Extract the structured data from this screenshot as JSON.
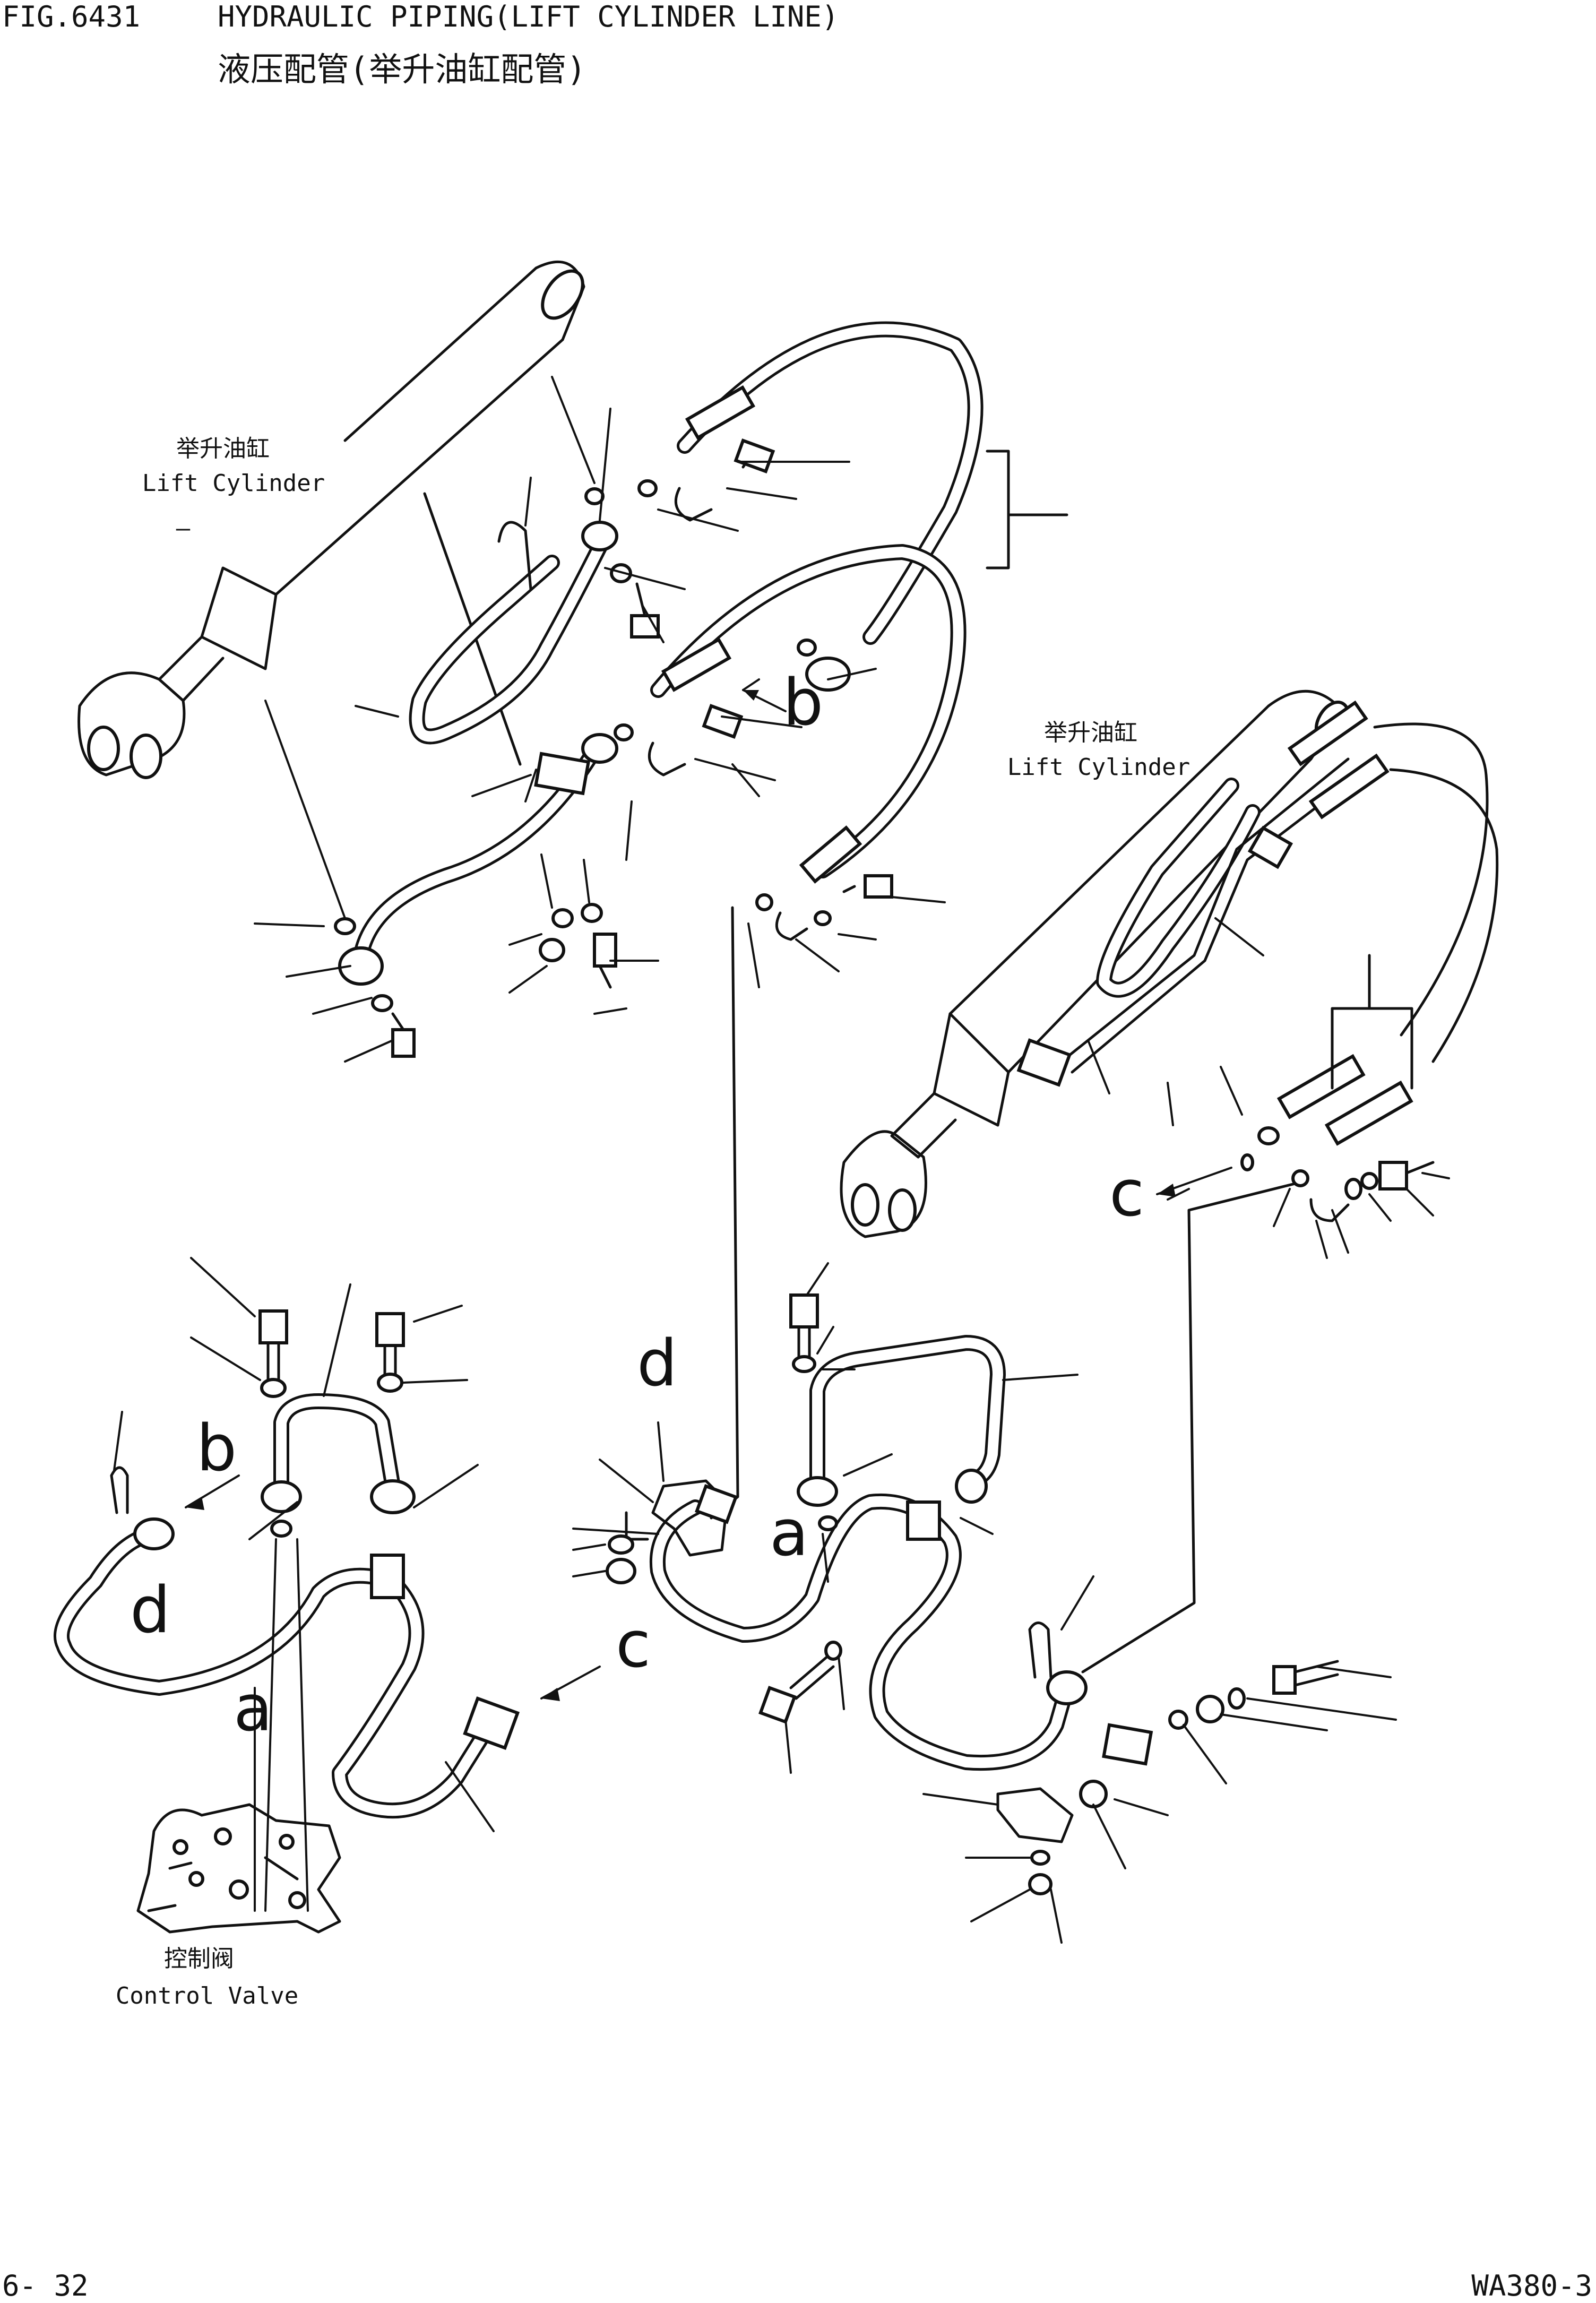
{
  "header": {
    "fig_number": "FIG.6431",
    "title_en": "HYDRAULIC PIPING(LIFT CYLINDER LINE)",
    "title_zh": "液压配管(举升油缸配管)"
  },
  "components": {
    "lift_cylinder_left": {
      "zh": "举升油缸",
      "en": "Lift Cylinder"
    },
    "lift_cylinder_right": {
      "zh": "举升油缸",
      "en": "Lift Cylinder"
    },
    "control_valve": {
      "zh": "控制阀",
      "en": "Control Valve"
    }
  },
  "markers": {
    "a_left": "a",
    "a_center": "a",
    "b_upper": "b",
    "b_lower": "b",
    "c_right": "c",
    "c_lower": "c",
    "d_left": "d",
    "d_center": "d",
    "dash": "–"
  },
  "footer": {
    "page": "6- 32",
    "model": "WA380-3"
  }
}
